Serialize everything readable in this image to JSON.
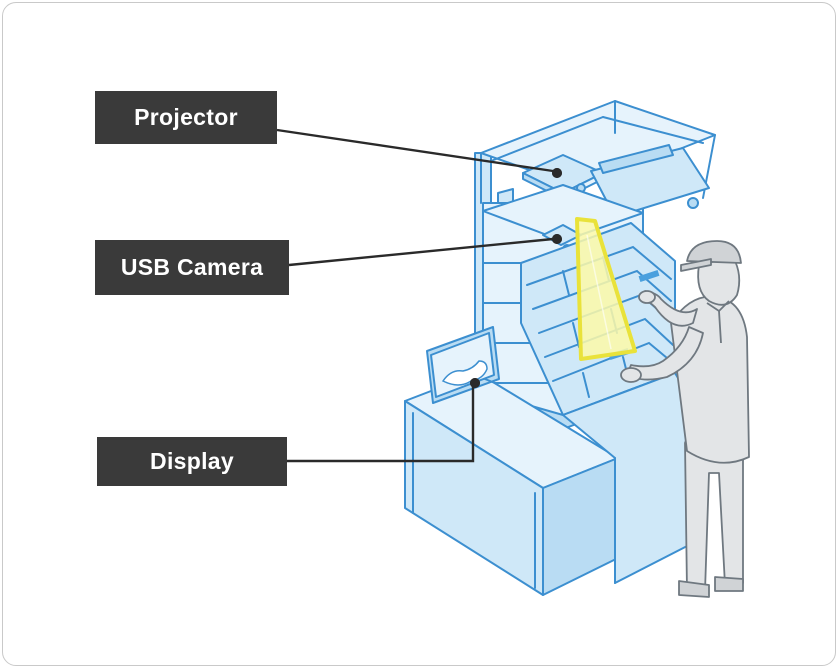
{
  "labels": {
    "projector": "Projector",
    "usb_camera": "USB Camera",
    "display": "Display"
  },
  "colors": {
    "label_bg": "#3a3a3a",
    "label_text": "#ffffff",
    "equipment_fill": "#cfe8f8",
    "equipment_stroke": "#3c8fd0",
    "projection_fill": "#fdf9a8",
    "projection_stroke": "#e9e23a",
    "worker_fill": "#e3e5e7",
    "worker_stroke": "#6f7880",
    "leader_line": "#2a2a2a"
  },
  "icons": [
    "projector-icon",
    "usb-camera-icon",
    "display-icon",
    "worker-figure",
    "shelf-rack"
  ]
}
